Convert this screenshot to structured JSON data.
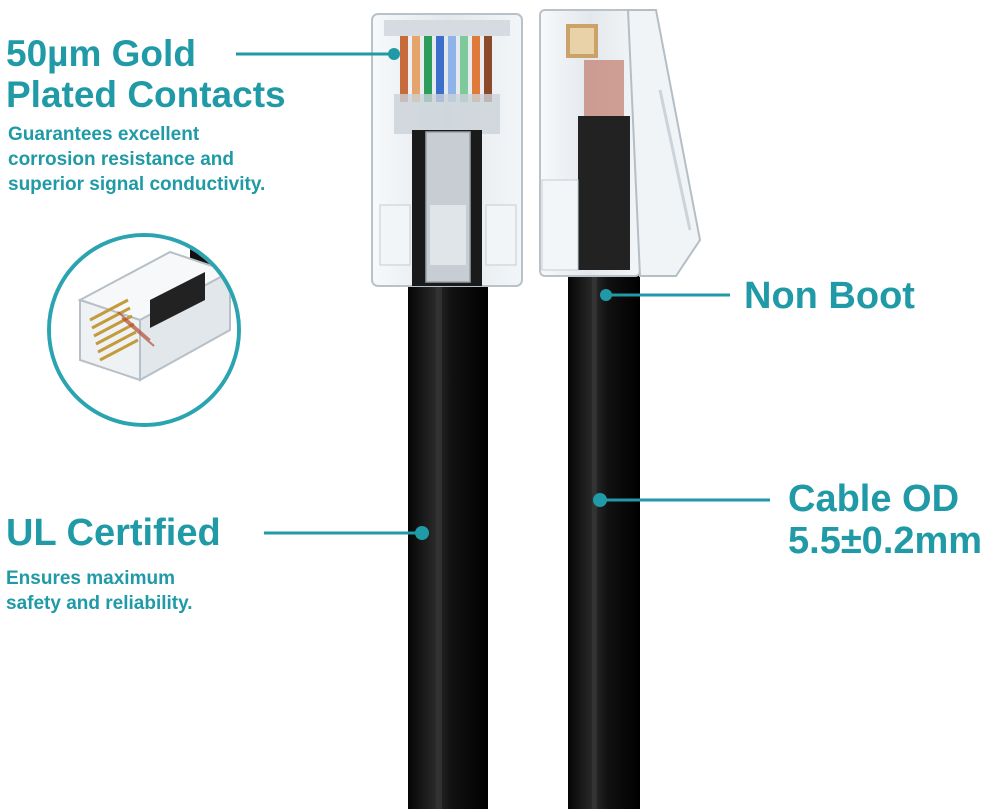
{
  "colors": {
    "accent": "#1f9aa6",
    "cable": "#0c0c0c",
    "connector": "#e9edf1",
    "background": "#ffffff"
  },
  "callouts": {
    "gold_contacts": {
      "title_line1": "50µm Gold",
      "title_line2": "Plated Contacts",
      "description_line1": "Guarantees excellent",
      "description_line2": "corrosion resistance and",
      "description_line3": "superior signal conductivity."
    },
    "non_boot": {
      "title": "Non Boot"
    },
    "cable_od": {
      "title_line1": "Cable OD",
      "title_line2": "5.5±0.2mm"
    },
    "ul_certified": {
      "title": "UL Certified",
      "description_line1": "Ensures maximum",
      "description_line2": "safety and reliability."
    }
  },
  "icons": {
    "inset": "rj45-connector-closeup-icon",
    "front_connector": "rj45-connector-front-icon",
    "side_connector": "rj45-connector-side-icon"
  }
}
